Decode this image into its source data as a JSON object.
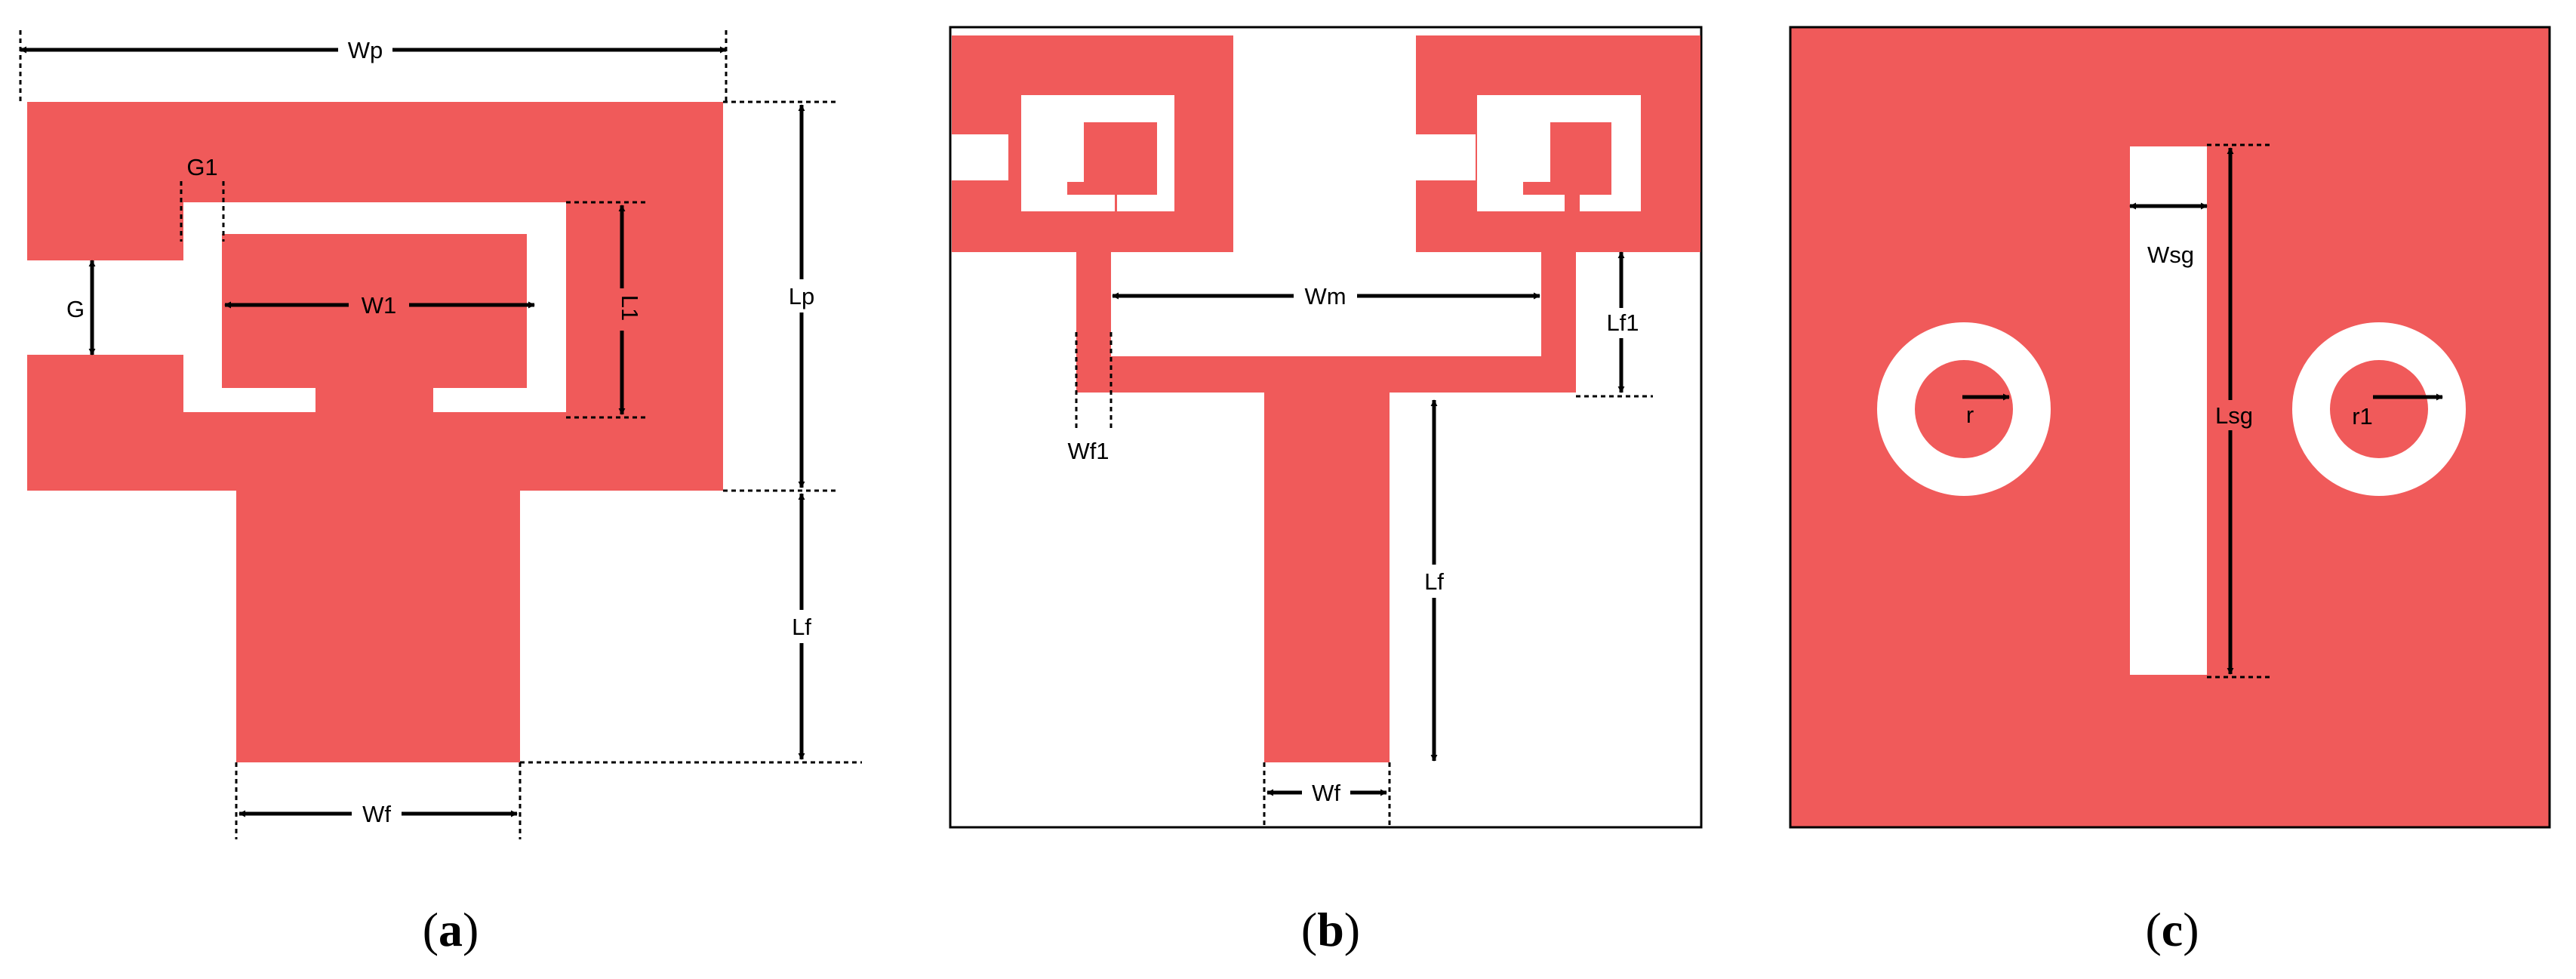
{
  "colors": {
    "metal": "#f05a5a",
    "line": "#000000",
    "background": "#ffffff"
  },
  "panel_a": {
    "label_wp": "Wp",
    "label_g1": "G1",
    "label_g": "G",
    "label_w1": "W1",
    "label_l1": "L1",
    "label_lp": "Lp",
    "label_lf": "Lf",
    "label_wf": "Wf",
    "caption_letter": "a"
  },
  "panel_b": {
    "label_wm": "Wm",
    "label_lf1": "Lf1",
    "label_wf1": "Wf1",
    "label_lf": "Lf",
    "label_wf": "Wf",
    "caption_letter": "b"
  },
  "panel_c": {
    "label_wsg": "Wsg",
    "label_lsg": "Lsg",
    "label_r": "r",
    "label_r1": "r1",
    "caption_letter": "c"
  }
}
